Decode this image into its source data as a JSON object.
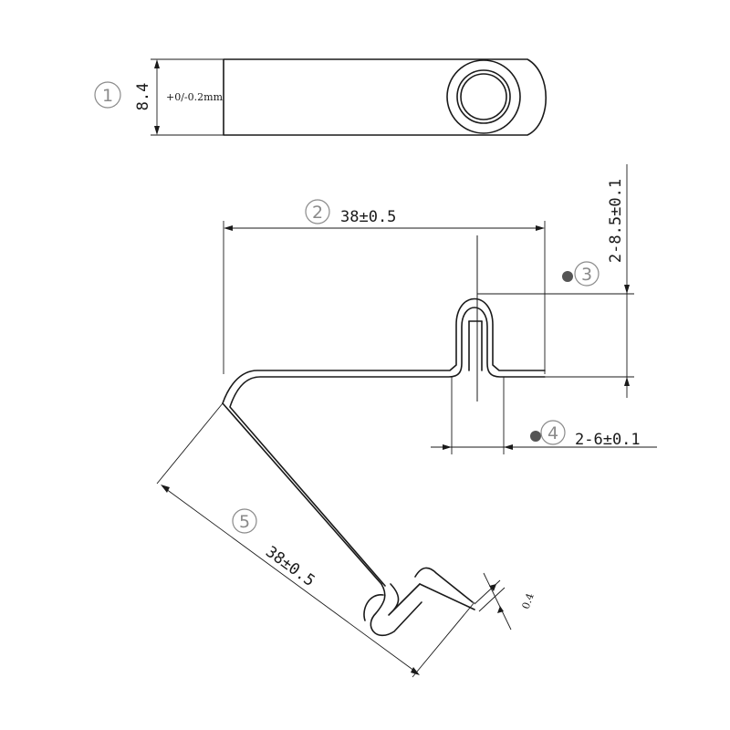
{
  "balloons": [
    {
      "label": "1"
    },
    {
      "label": "2"
    },
    {
      "label": "3"
    },
    {
      "label": "4"
    },
    {
      "label": "5"
    }
  ],
  "dimensions": {
    "width": "8.4",
    "width_tolerance": "+0/-0.2mm",
    "length_top": "38±0.5",
    "height": "2-8.5±0.1",
    "gap": "2-6±0.1",
    "length_diag": "38±0.5",
    "thickness": "0.4"
  },
  "colors": {
    "line": "#1a1a1a",
    "balloon": "#8a8a8a",
    "dot": "#555555"
  }
}
